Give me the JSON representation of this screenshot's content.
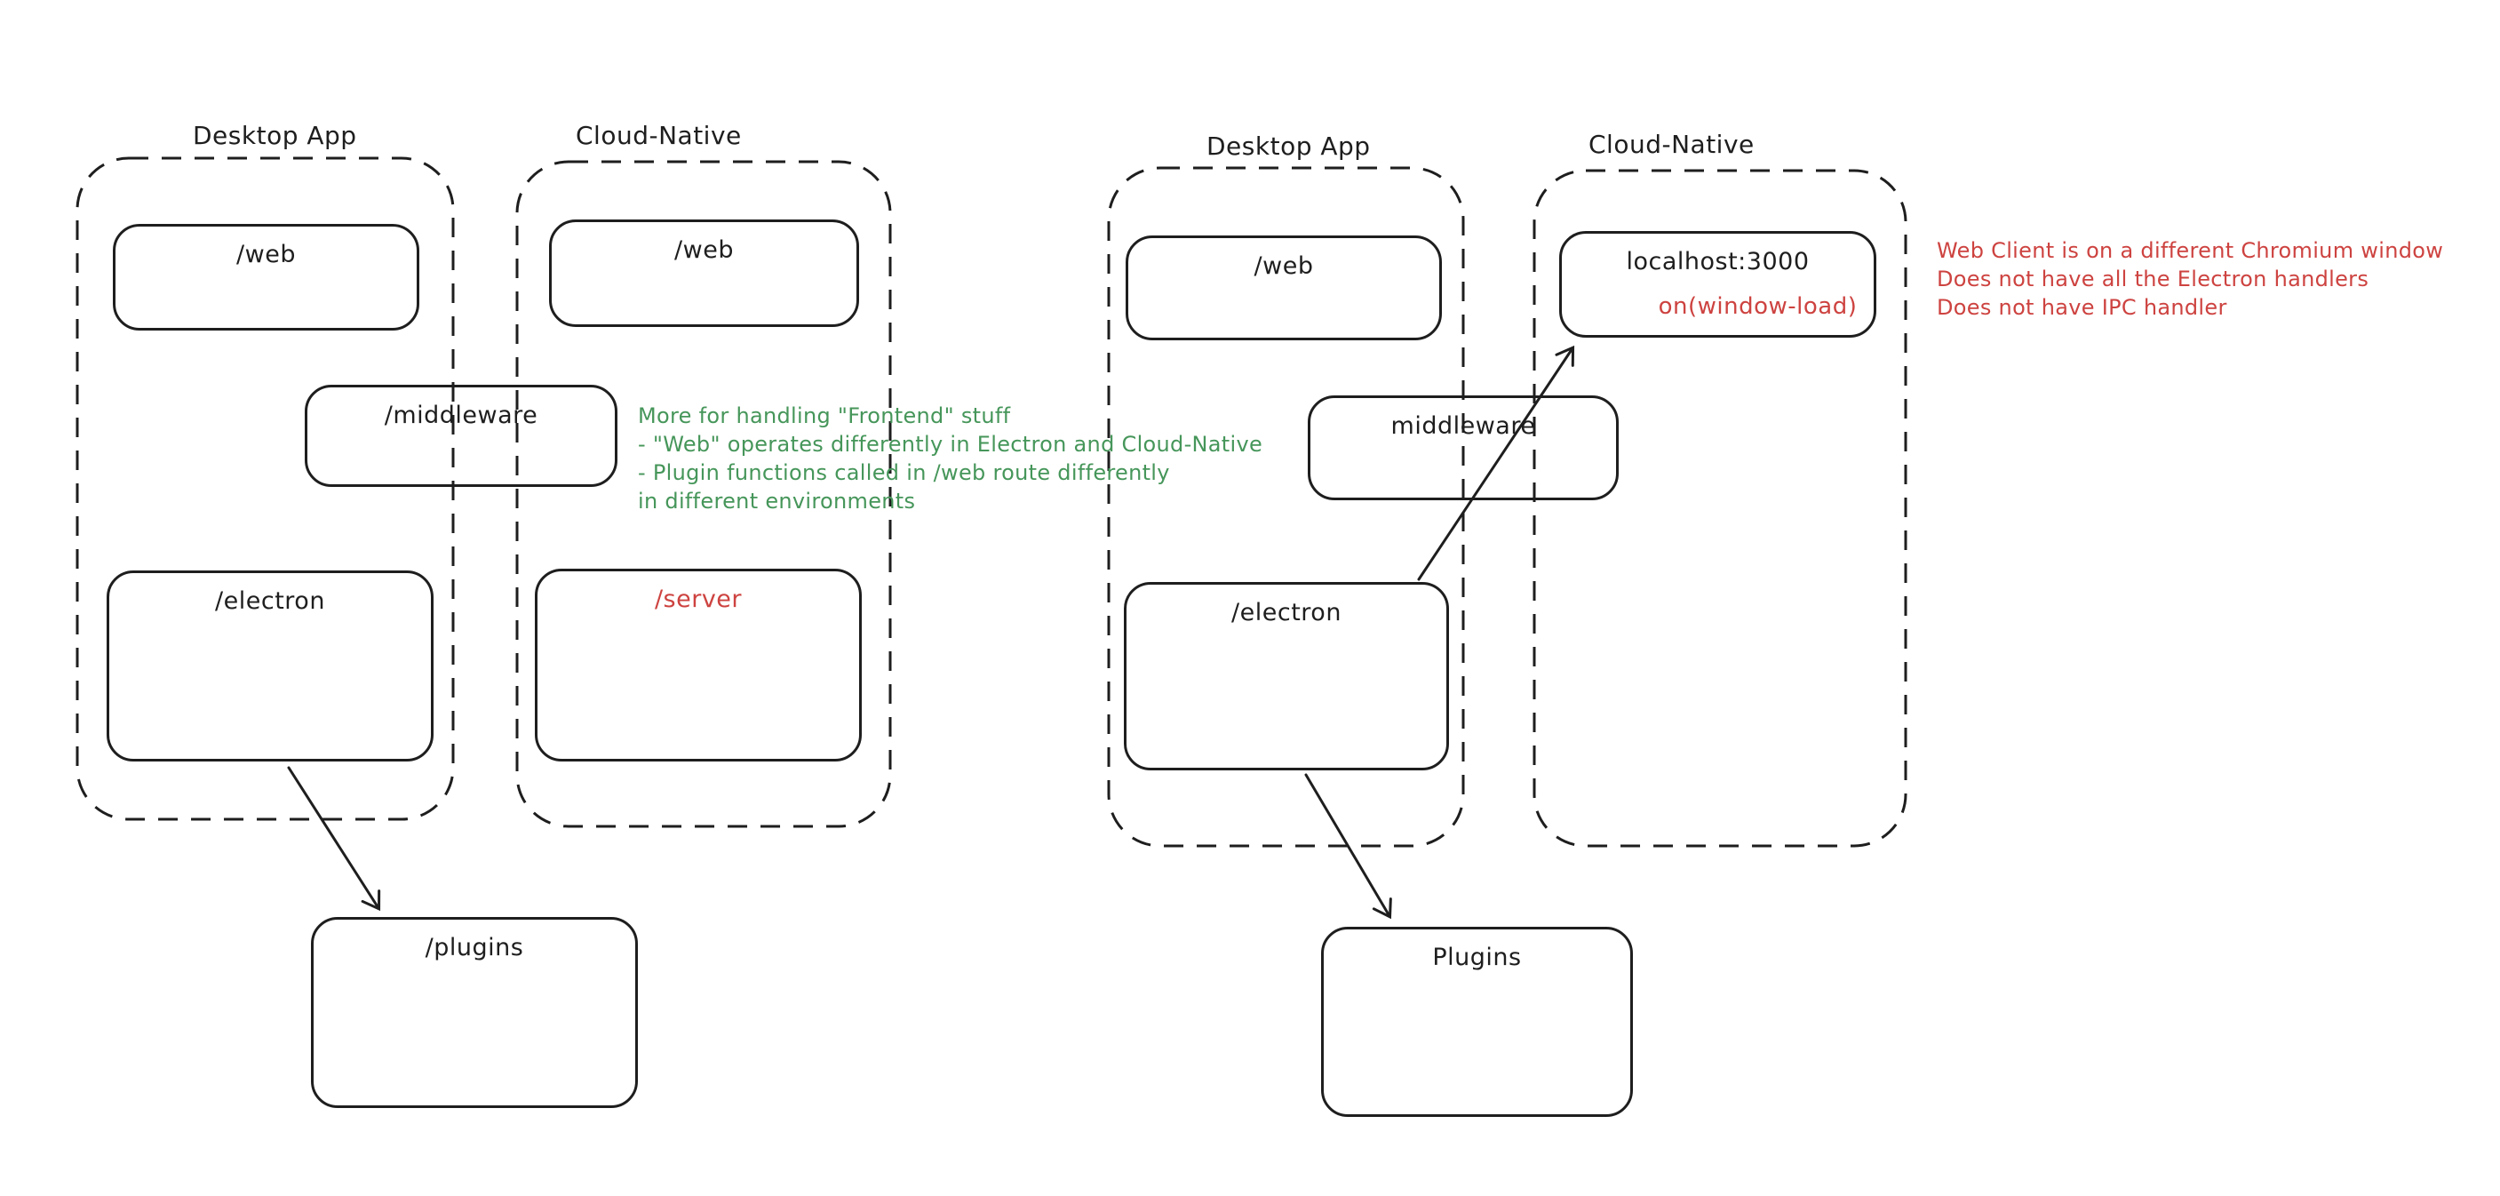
{
  "colors": {
    "stroke": "#1e1e1e",
    "annotation_green": "#46965a",
    "annotation_red": "#cd4340",
    "background": "#ffffff"
  },
  "left": {
    "desktop_title": "Desktop App",
    "cloud_title": "Cloud-Native",
    "web_desktop": "/web",
    "web_cloud": "/web",
    "middleware": "/middleware",
    "electron": "/electron",
    "server": "/server",
    "plugins": "/plugins",
    "note_lines": [
      "More for handling \"Frontend\" stuff",
      "- \"Web\" operates differently in Electron and Cloud-Native",
      "- Plugin functions called in /web route differently",
      "in different environments"
    ]
  },
  "right": {
    "desktop_title": "Desktop App",
    "cloud_title": "Cloud-Native",
    "web": "/web",
    "localhost_title": "localhost:3000",
    "window_load": "on(window-load)",
    "middleware": "middleware",
    "electron": "/electron",
    "plugins": "Plugins",
    "note_lines": [
      "Web Client is on a different Chromium window",
      "Does not have all the Electron handlers",
      "Does not have IPC handler"
    ]
  }
}
